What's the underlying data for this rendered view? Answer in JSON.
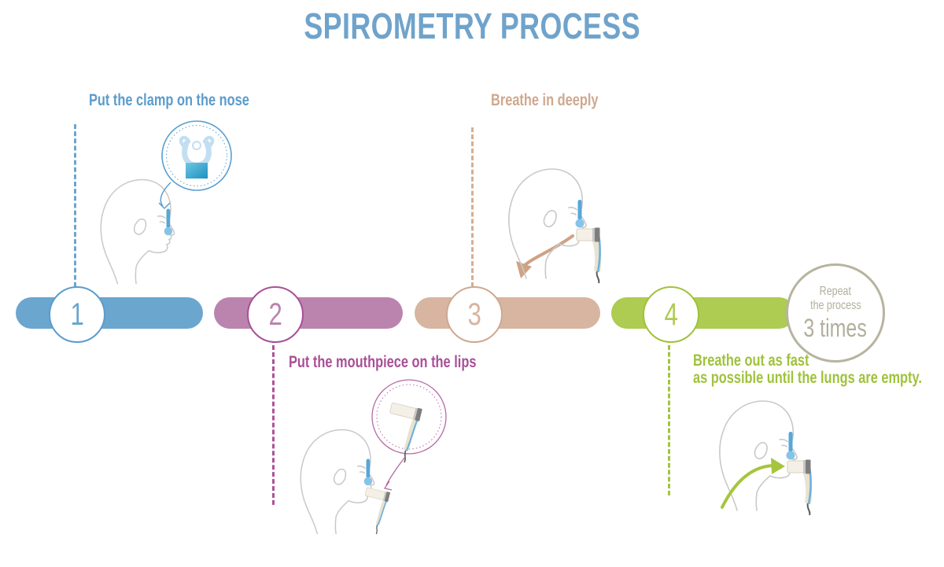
{
  "title": {
    "text": "SPIROMETRY PROCESS",
    "color": "#6fa3cb"
  },
  "steps": [
    {
      "number": "1",
      "label": "Put the clamp on the nose",
      "pill_color": "#6ba6ce",
      "accent_color": "#5b9ccc",
      "dash_color": "#6ba6ce"
    },
    {
      "number": "2",
      "label": "Put the mouthpiece on the lips",
      "pill_color": "#ba84ae",
      "accent_color": "#a94f97",
      "dash_color": "#b0519a"
    },
    {
      "number": "3",
      "label": "Breathe in deeply",
      "pill_color": "#d7b5a1",
      "accent_color": "#cfa88f",
      "dash_color": "#d5ae94"
    },
    {
      "number": "4",
      "label_lines": [
        "Breathe out as fast",
        "as possible until the lungs are empty."
      ],
      "pill_color": "#aecb52",
      "accent_color": "#9fc23b",
      "dash_color": "#a4c43e"
    }
  ],
  "repeat_badge": {
    "line1": "Repeat",
    "line2": "the process",
    "line3": "3 times",
    "text_color": "#b2af9b",
    "border_color": "#b7b49f"
  },
  "illustration_colors": {
    "head_outline": "#c9c9c9",
    "nose_clamp_blue": "#58a7d7",
    "mouthpiece_tube_blue": "#6db1dd",
    "cable_gray": "#5a5a5a"
  }
}
